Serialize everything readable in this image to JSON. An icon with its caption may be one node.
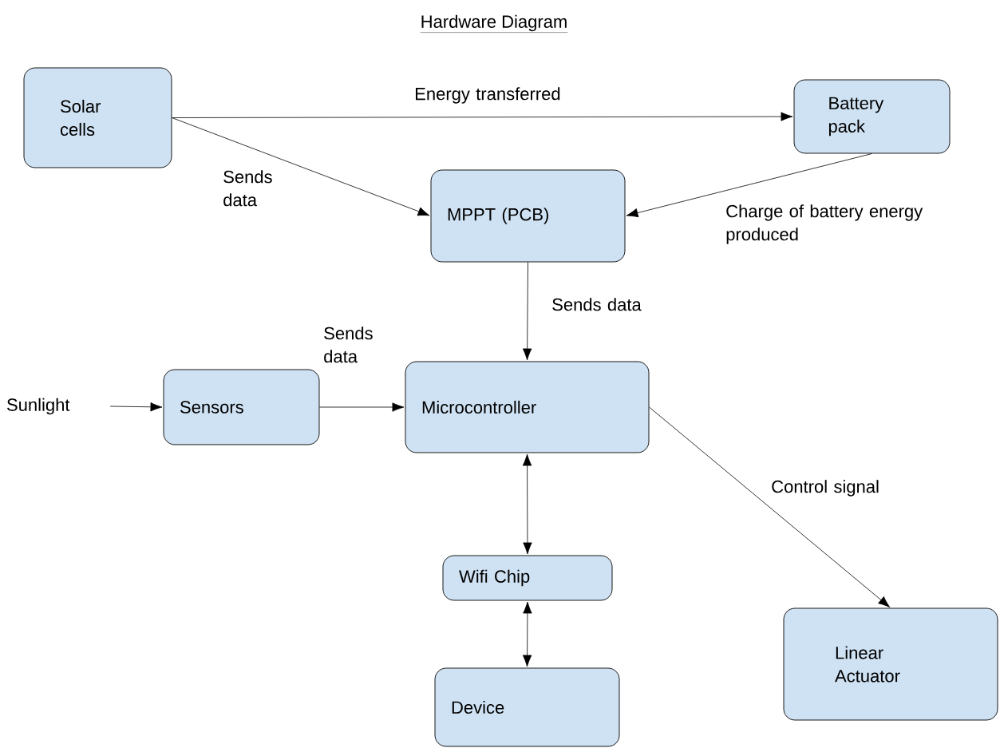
{
  "diagram": {
    "title": "Hardware Diagram",
    "nodes": [
      {
        "text": [
          "Solar cells"
        ]
      },
      {
        "text": [
          "Battery pack"
        ]
      },
      {
        "text": [
          "MPPT (PCB)"
        ]
      },
      {
        "text": [
          "Sunlight"
        ]
      },
      {
        "text": [
          "Sensors"
        ]
      },
      {
        "text": [
          "Microcontroller"
        ]
      },
      {
        "text": [
          "Wifi Chip"
        ]
      },
      {
        "text": [
          "Device"
        ]
      },
      {
        "text": [
          "Linear Actuator"
        ]
      }
    ],
    "edges": [
      {
        "from": 0,
        "to": 1,
        "arrow": "to",
        "label": "Energy transferred"
      },
      {
        "from": 0,
        "to": 2,
        "arrow": "to",
        "label": "Sends data"
      },
      {
        "from": 1,
        "to": 2,
        "arrow": "to",
        "label": "Charge of battery energy produced"
      },
      {
        "from": 2,
        "to": 5,
        "arrow": "to",
        "label": "Sends data"
      },
      {
        "from": 3,
        "to": 4,
        "arrow": "to"
      },
      {
        "from": 4,
        "to": 5,
        "arrow": "to",
        "label": "Sends data"
      },
      {
        "from": 5,
        "to": 6,
        "arrow": "both"
      },
      {
        "from": 6,
        "to": 7,
        "arrow": "both"
      },
      {
        "from": 5,
        "to": 8,
        "arrow": "to",
        "label": "Control signal"
      }
    ]
  }
}
